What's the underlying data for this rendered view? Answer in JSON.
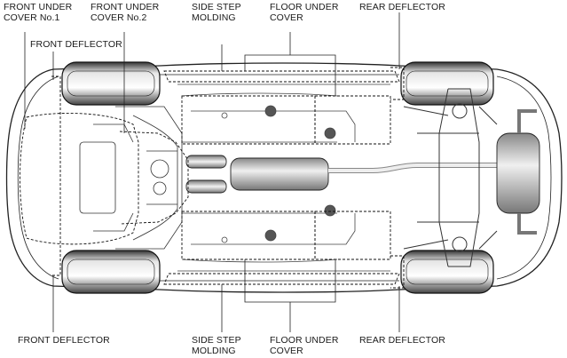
{
  "labels": {
    "front_under_cover_1": [
      "FRONT UNDER",
      "COVER No.1"
    ],
    "front_under_cover_2": [
      "FRONT UNDER",
      "COVER No.2"
    ],
    "side_step_molding_top": [
      "SIDE STEP",
      "MOLDING"
    ],
    "floor_under_cover_top": [
      "FLOOR UNDER",
      "COVER"
    ],
    "rear_deflector_top": "REAR DEFLECTOR",
    "front_deflector_top": "FRONT DEFLECTOR",
    "front_deflector_bottom": "FRONT DEFLECTOR",
    "side_step_molding_bottom": [
      "SIDE STEP",
      "MOLDING"
    ],
    "floor_under_cover_bottom": [
      "FLOOR UNDER",
      "COVER"
    ],
    "rear_deflector_bottom": "REAR DEFLECTOR"
  }
}
